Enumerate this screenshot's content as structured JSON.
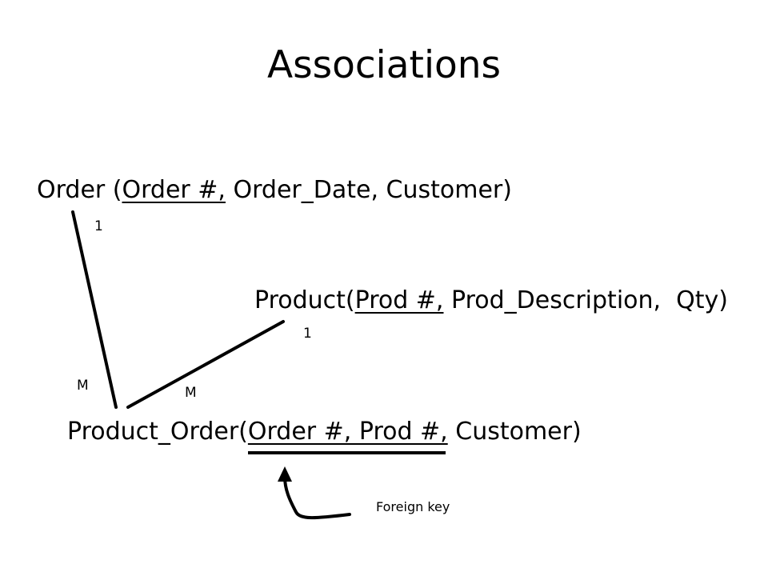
{
  "title": "Associations",
  "relations": {
    "order": {
      "prefix": "Order (",
      "key": "Order #,",
      "rest": " Order_Date, Customer)"
    },
    "product": {
      "prefix": "Product(",
      "key": "Prod #,",
      "rest": " Prod_Description,  Qty)"
    },
    "product_order": {
      "prefix": "Product_Order(",
      "key": "Order #, Prod #,",
      "rest": " Customer)"
    }
  },
  "cardinalities": {
    "order_end": "1",
    "product_end": "1",
    "po_left": "M",
    "po_right": "M"
  },
  "annotation": {
    "label": "Foreign key"
  }
}
